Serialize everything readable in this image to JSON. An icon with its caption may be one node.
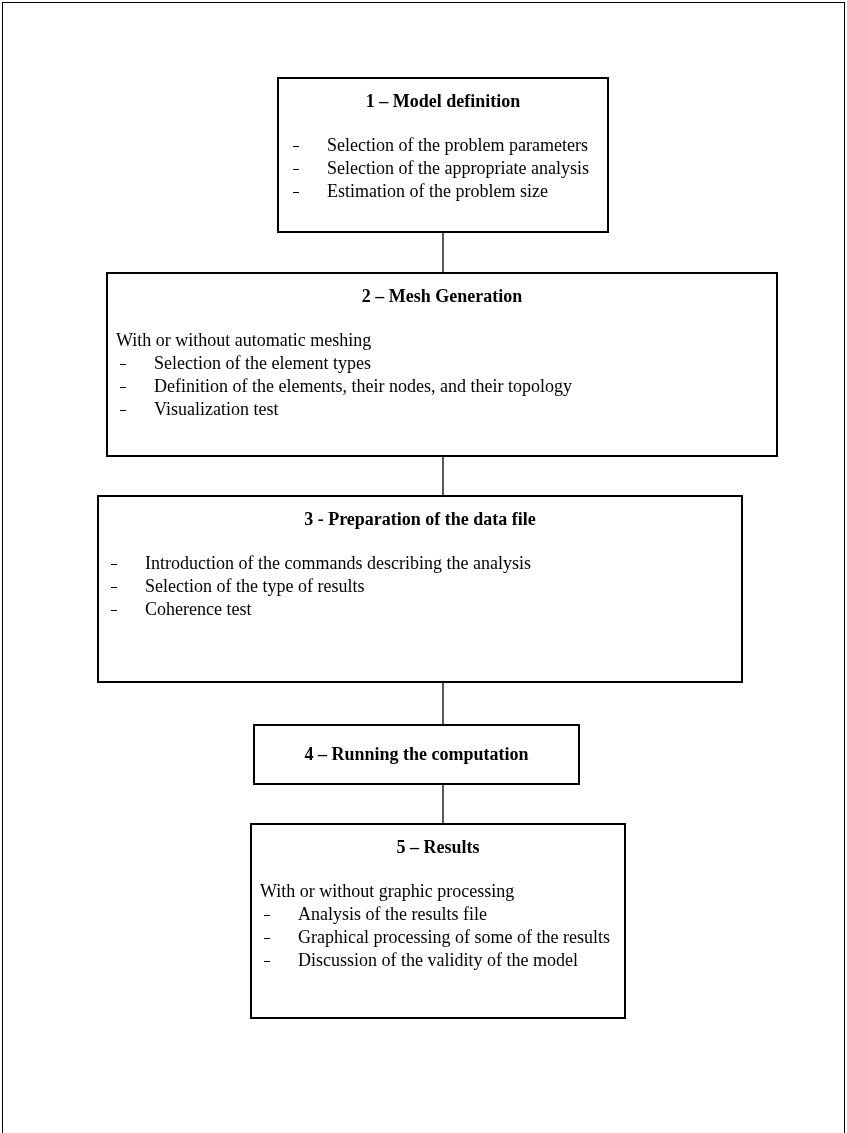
{
  "diagram": {
    "nodes": [
      {
        "text": [
          "1 – Model definition",
          "Selection of the problem parameters",
          "Selection of the appropriate analysis",
          "Estimation of the problem size"
        ]
      },
      {
        "text": [
          "2 – Mesh Generation",
          "With or without automatic meshing",
          "Selection of the element types",
          "Definition of the elements, their nodes, and their topology",
          "Visualization test"
        ]
      },
      {
        "text": [
          "3 - Preparation of the data file",
          "Introduction of the commands describing the analysis",
          "Selection of the type of results",
          "Coherence test"
        ]
      },
      {
        "text": [
          "4 – Running the computation"
        ]
      },
      {
        "text": [
          "5 – Results",
          "With or without graphic processing",
          "Analysis of the results file",
          "Graphical processing of some of the results",
          "Discussion of the validity of the model"
        ]
      }
    ],
    "edges": [
      {
        "from": 0,
        "to": 1,
        "arrow": "none"
      },
      {
        "from": 1,
        "to": 2,
        "arrow": "none"
      },
      {
        "from": 2,
        "to": 3,
        "arrow": "none"
      },
      {
        "from": 3,
        "to": 4,
        "arrow": "none"
      }
    ]
  }
}
